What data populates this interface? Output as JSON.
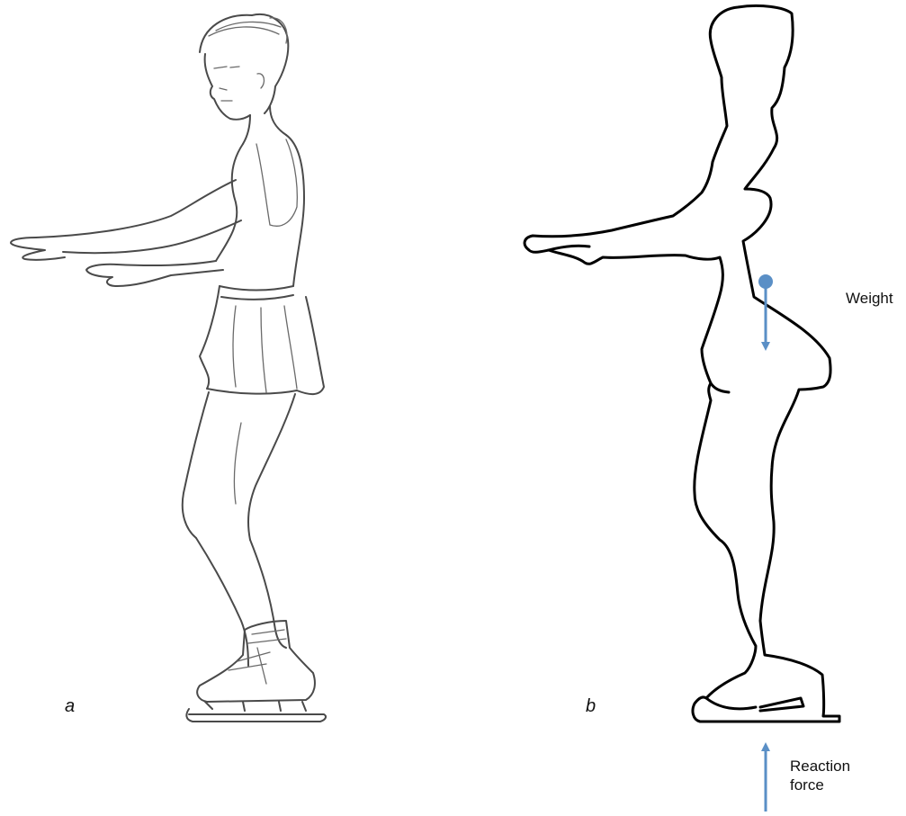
{
  "panels": {
    "a": {
      "label": "a"
    },
    "b": {
      "label": "b"
    }
  },
  "forces": {
    "weight": {
      "label": "Weight"
    },
    "reaction": {
      "line1": "Reaction",
      "line2": "force"
    }
  },
  "colors": {
    "arrow": "#5a8fc6",
    "sketch": "#4a4a4a",
    "outline": "#000000"
  }
}
